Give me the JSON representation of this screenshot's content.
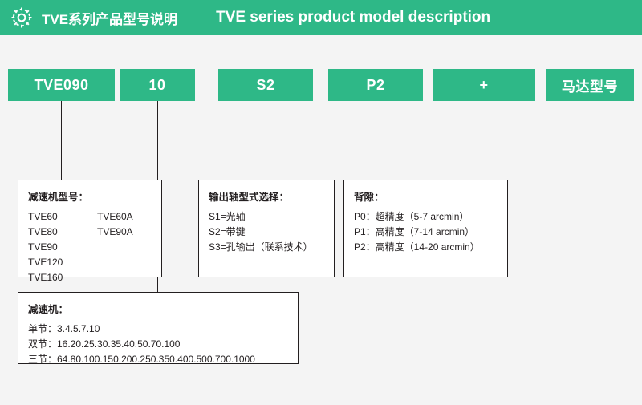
{
  "header": {
    "gear_icon": "gear-icon",
    "title_cn": "TVE系列产品型号说明",
    "title_en": "TVE series product model description"
  },
  "model_chips": [
    {
      "label": "TVE090",
      "name": "chip-series"
    },
    {
      "label": "10",
      "name": "chip-ratio"
    },
    {
      "label": "S2",
      "name": "chip-shaft"
    },
    {
      "label": "P2",
      "name": "chip-backlash"
    },
    {
      "label": "+",
      "name": "chip-plus"
    },
    {
      "label": "马达型号",
      "name": "chip-motor-model"
    }
  ],
  "boxes": {
    "gearbox_model": {
      "title": "减速机型号：",
      "rows": [
        {
          "c1": "TVE60",
          "c2": "TVE60A"
        },
        {
          "c1": "TVE80",
          "c2": "TVE90A"
        },
        {
          "c1": "TVE90",
          "c2": ""
        },
        {
          "c1": "TVE120",
          "c2": ""
        },
        {
          "c1": "TVE160",
          "c2": ""
        }
      ]
    },
    "output_shaft": {
      "title": "输出轴型式选择：",
      "lines": [
        "S1=光轴",
        "S2=带键",
        "S3=孔输出（联系技术）"
      ]
    },
    "backlash": {
      "title": "背隙：",
      "lines": [
        "P0：超精度（5-7 arcmin）",
        "P1：高精度（7-14 arcmin）",
        "P2：高精度（14-20 arcmin）"
      ]
    },
    "reducer_ratio": {
      "title": "减速机：",
      "lines": [
        "单节：3.4.5.7.10",
        "双节：16.20.25.30.35.40.50.70.100",
        "三节：64.80.100.150.200.250.350.400.500.700.1000"
      ]
    }
  },
  "colors": {
    "brand_green": "#2eb887",
    "panel_bg": "#f4f4f4",
    "ink": "#231f20"
  }
}
